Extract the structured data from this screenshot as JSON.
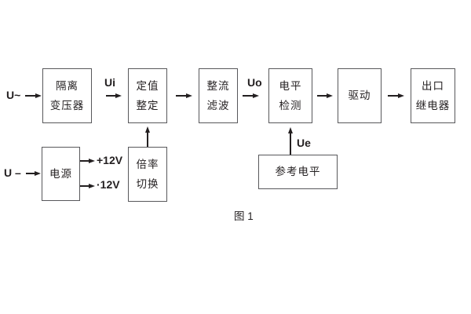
{
  "figure": {
    "caption": "图 1"
  },
  "blocks": {
    "isolation_transformer": {
      "line1": "隔离",
      "line2": "变压器"
    },
    "setting_adjust": {
      "line1": "定值",
      "line2": "整定"
    },
    "rectifier_filter": {
      "line1": "整流",
      "line2": "滤波"
    },
    "level_detect": {
      "line1": "电平",
      "line2": "检测"
    },
    "driver": {
      "line1": "驱动"
    },
    "output_relay": {
      "line1": "出口",
      "line2": "继电器"
    },
    "power_supply": {
      "line1": "电源"
    },
    "ratio_switch": {
      "line1": "倍率",
      "line2": "切换"
    },
    "reference_level": {
      "line1": "参考电平"
    }
  },
  "labels": {
    "input_ac": "U~",
    "input_dc": "U –",
    "ui": "Ui",
    "uo": "Uo",
    "ue": "Ue",
    "plus_12v": "+12V",
    "minus_12v": "·12V"
  },
  "colors": {
    "background": "#ffffff",
    "box_border": "#58585b",
    "text": "#231f20",
    "arrow": "#231f20"
  }
}
